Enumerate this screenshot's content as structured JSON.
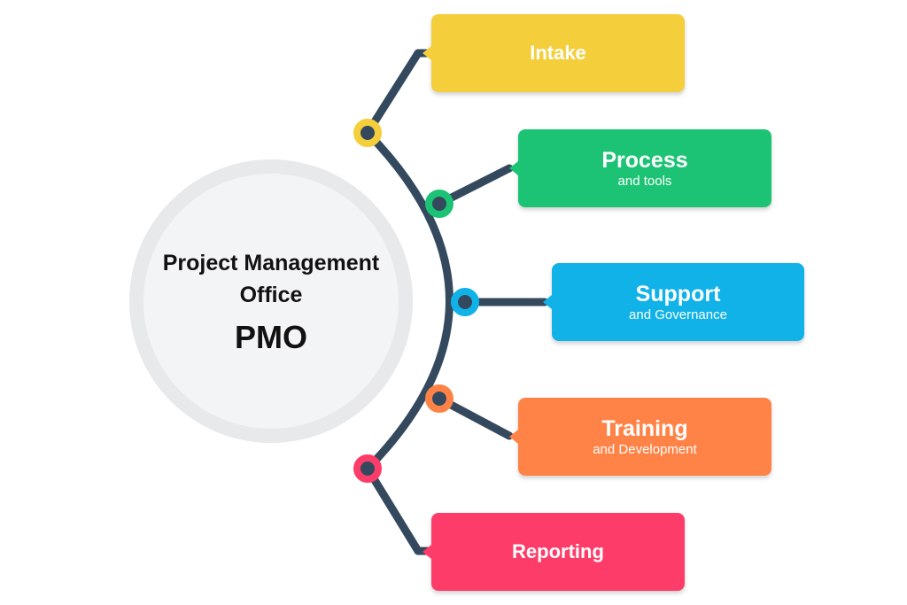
{
  "hub": {
    "title": "Project Management Office",
    "abbr": "PMO",
    "fill": "#f3f4f6",
    "ring": "#e8e9eb"
  },
  "connector_color": "#34495e",
  "branches": [
    {
      "id": "intake",
      "title": "Intake",
      "subtitle": "",
      "color": "#f4ce3b"
    },
    {
      "id": "process",
      "title": "Process",
      "subtitle": "and tools",
      "color": "#1cc374"
    },
    {
      "id": "support",
      "title": "Support",
      "subtitle": "and Governance",
      "color": "#10b2e8"
    },
    {
      "id": "training",
      "title": "Training",
      "subtitle": "and Development",
      "color": "#ff8346"
    },
    {
      "id": "reporting",
      "title": "Reporting",
      "subtitle": "",
      "color": "#fe3c69"
    }
  ]
}
